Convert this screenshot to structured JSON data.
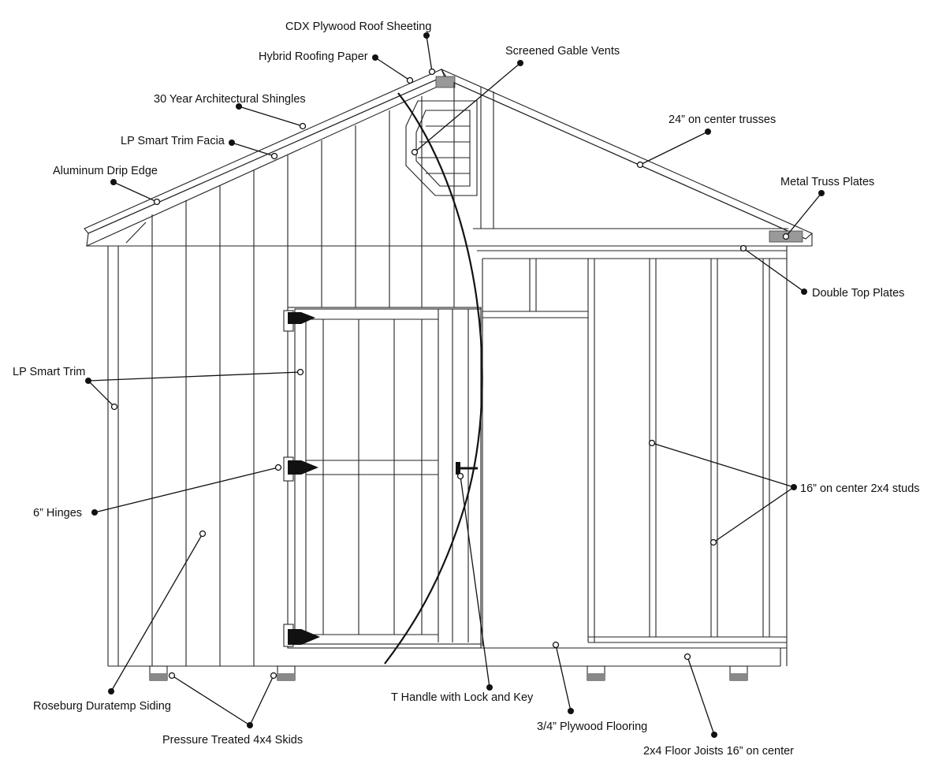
{
  "callouts": [
    {
      "id": "cdx-plywood-roof-sheeting",
      "label": "CDX Plywood Roof Sheeting"
    },
    {
      "id": "hybrid-roofing-paper",
      "label": "Hybrid Roofing Paper"
    },
    {
      "id": "screened-gable-vents",
      "label": "Screened Gable Vents"
    },
    {
      "id": "architectural-shingles",
      "label": "30 Year Architectural Shingles"
    },
    {
      "id": "on-center-trusses",
      "label": "24” on center trusses"
    },
    {
      "id": "lp-smart-trim-facia",
      "label": "LP Smart Trim Facia"
    },
    {
      "id": "aluminum-drip-edge",
      "label": "Aluminum Drip Edge"
    },
    {
      "id": "metal-truss-plates",
      "label": "Metal Truss Plates"
    },
    {
      "id": "double-top-plates",
      "label": "Double Top Plates"
    },
    {
      "id": "lp-smart-trim",
      "label": "LP Smart Trim"
    },
    {
      "id": "on-center-studs",
      "label": "16” on center 2x4 studs"
    },
    {
      "id": "hinges",
      "label": "6” Hinges"
    },
    {
      "id": "roseburg-duratemp-siding",
      "label": "Roseburg Duratemp Siding"
    },
    {
      "id": "t-handle-lock-key",
      "label": "T Handle with Lock and Key"
    },
    {
      "id": "pressure-treated-skids",
      "label": "Pressure Treated 4x4 Skids"
    },
    {
      "id": "plywood-flooring",
      "label": "3/4” Plywood Flooring"
    },
    {
      "id": "floor-joists",
      "label": "2x4 Floor Joists 16” on center"
    }
  ]
}
